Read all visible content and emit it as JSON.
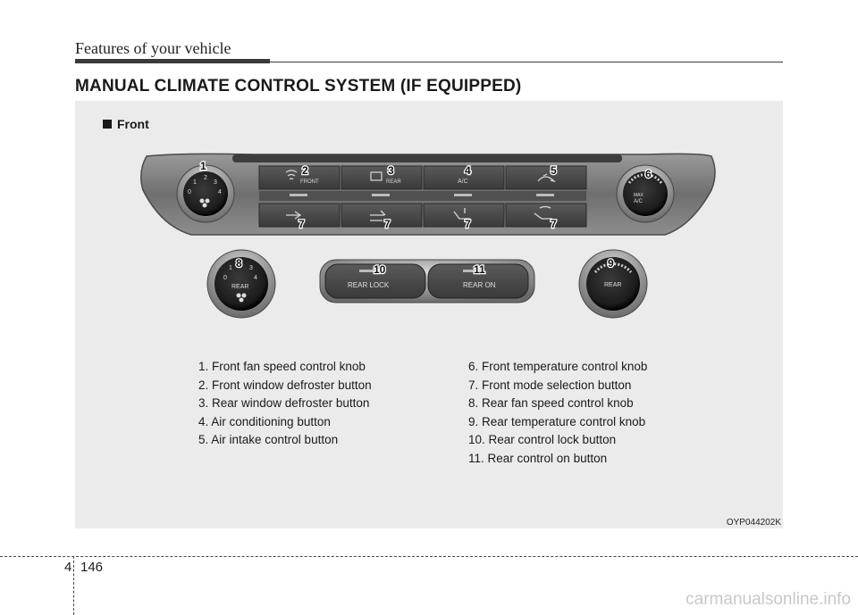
{
  "header": {
    "chapter_title": "Features of your vehicle"
  },
  "section": {
    "title": "MANUAL CLIMATE CONTROL SYSTEM (IF EQUIPPED)"
  },
  "figure": {
    "subtitle": "Front",
    "code": "OYP044202K",
    "panel_text": {
      "front_defrost": "FRONT",
      "rear_defrost": "REAR",
      "ac": "A/C",
      "max_ac_1": "MAX",
      "max_ac_2": "A/C",
      "rear_knob": "REAR",
      "rear_temp_knob": "REAR",
      "rear_lock": "REAR LOCK",
      "rear_on": "REAR ON",
      "fan_scale": [
        "0",
        "1",
        "2",
        "3",
        "4"
      ],
      "rear_fan_scale": [
        "0",
        "1",
        "2",
        "3",
        "4"
      ]
    },
    "callouts": [
      "1",
      "2",
      "3",
      "4",
      "5",
      "6",
      "7",
      "7",
      "7",
      "7",
      "8",
      "9",
      "10",
      "11"
    ]
  },
  "legend_left": [
    "1. Front fan speed control knob",
    "2. Front window defroster button",
    "3. Rear window defroster button",
    "4. Air conditioning button",
    "5. Air intake control button"
  ],
  "legend_right": [
    "6. Front temperature control knob",
    "7. Front mode selection button",
    "8. Rear fan speed control knob",
    "9. Rear temperature control knob",
    "10. Rear control lock button",
    "11. Rear control on button"
  ],
  "footer": {
    "chapter": "4",
    "page": "146"
  },
  "watermark": "carmanualsonline.info"
}
